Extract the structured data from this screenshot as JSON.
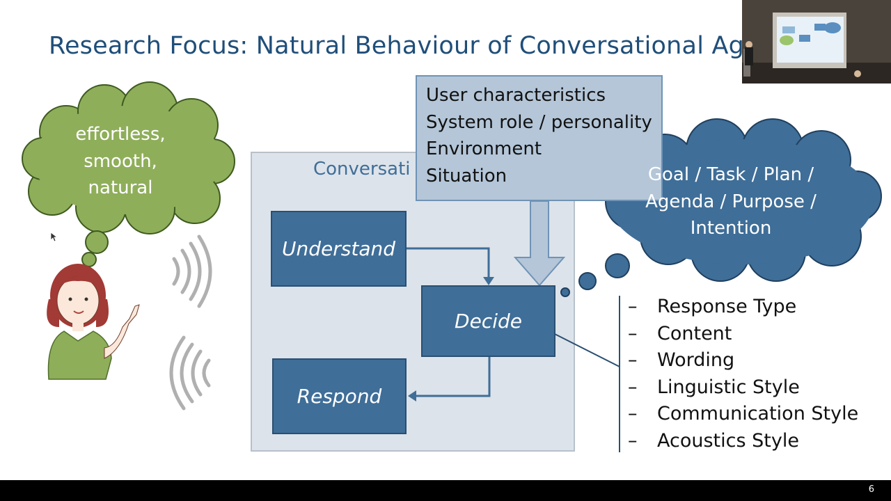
{
  "slide": {
    "title": "Research Focus: Natural Behaviour of Conversational Ag",
    "page_number": "6"
  },
  "thought_cloud_user": {
    "lines": [
      "effortless,",
      "smooth,",
      "natural"
    ],
    "color": "#8fae5a"
  },
  "conversation_panel": {
    "label": "Conversati"
  },
  "context_box": {
    "items": [
      "User characteristics",
      "System role / personality",
      "Environment",
      "Situation"
    ]
  },
  "boxes": {
    "understand": "Understand",
    "decide": "Decide",
    "respond": "Respond"
  },
  "goal_cloud": {
    "lines": [
      "Goal / Task / Plan /",
      "Agenda / Purpose /",
      "Intention"
    ],
    "color": "#3f6e98"
  },
  "response_aspects": {
    "dash": "–",
    "items": [
      "Response Type",
      "Content",
      "Wording",
      "Linguistic Style",
      "Communication Style",
      "Acoustics Style"
    ]
  },
  "colors": {
    "title": "#1f4e79",
    "box_fill": "#3f6e98",
    "panel": "#dde3ea",
    "context": "#b4c6d8"
  }
}
